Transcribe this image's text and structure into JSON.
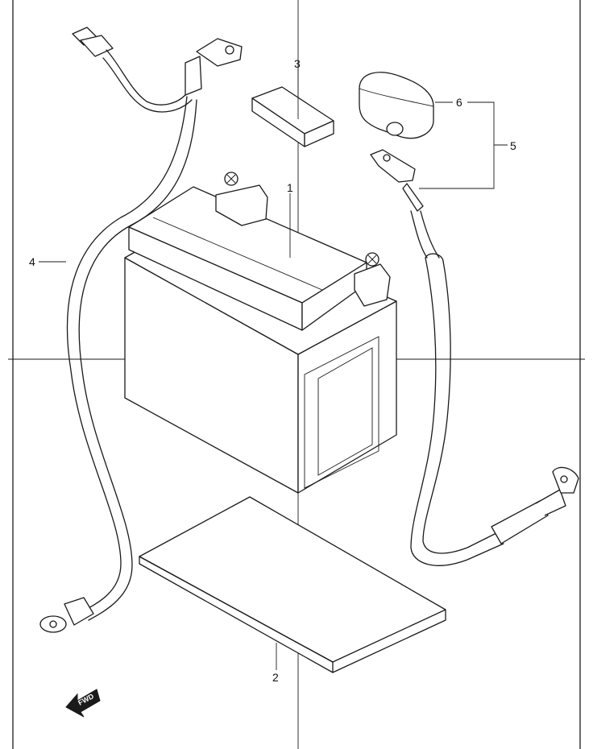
{
  "diagram": {
    "callouts": [
      {
        "id": "1",
        "label": "1"
      },
      {
        "id": "2",
        "label": "2"
      },
      {
        "id": "3",
        "label": "3"
      },
      {
        "id": "4",
        "label": "4"
      },
      {
        "id": "5",
        "label": "5"
      },
      {
        "id": "6",
        "label": "6"
      }
    ],
    "direction_arrow": {
      "label": "FWD"
    }
  }
}
